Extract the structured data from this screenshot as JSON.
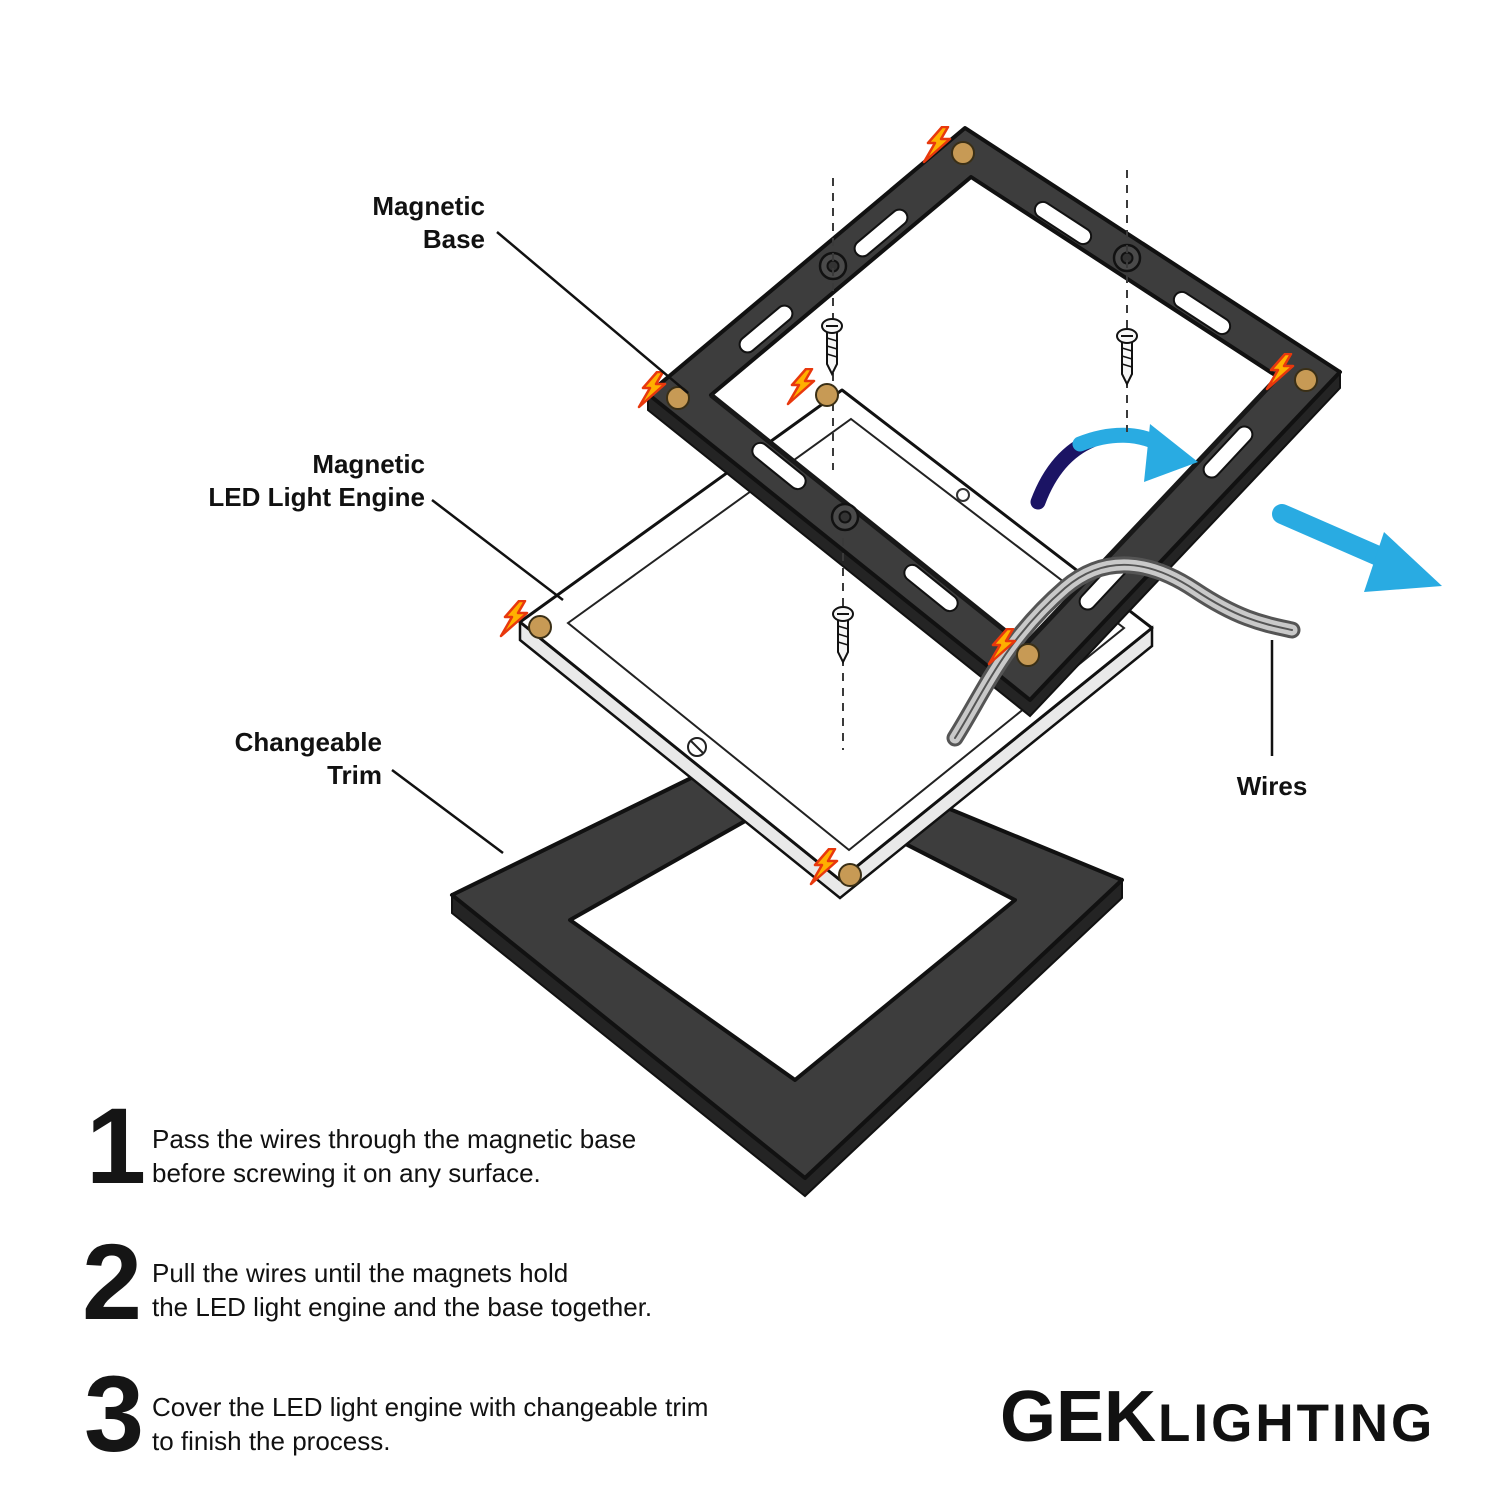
{
  "labels": {
    "magnetic_base": "Magnetic\nBase",
    "led_engine": "Magnetic\nLED Light Engine",
    "trim": "Changeable\nTrim",
    "wires": "Wires"
  },
  "steps": [
    {
      "number": "1",
      "text": "Pass the wires through the magnetic base\nbefore screwing it on any surface."
    },
    {
      "number": "2",
      "text": "Pull the wires until the magnets hold\nthe LED light engine and the base together."
    },
    {
      "number": "3",
      "text": "Cover the LED light engine with changeable trim\nto finish the process."
    }
  ],
  "logo": {
    "brand": "GEK",
    "suffix": "LIGHTING"
  },
  "colors": {
    "frame": "#3d3d3d",
    "frame_side": "#242424",
    "engine_face": "#ffffff",
    "engine_side": "#e9e9e9",
    "magnet": "#c79a55",
    "bolt": "#ffb000",
    "bolt_outline": "#e8380d",
    "arrow": "#29abe2",
    "arrow_tail": "#1b1464",
    "wire_core": "#c9c9c9",
    "wire_edge": "#555555"
  }
}
